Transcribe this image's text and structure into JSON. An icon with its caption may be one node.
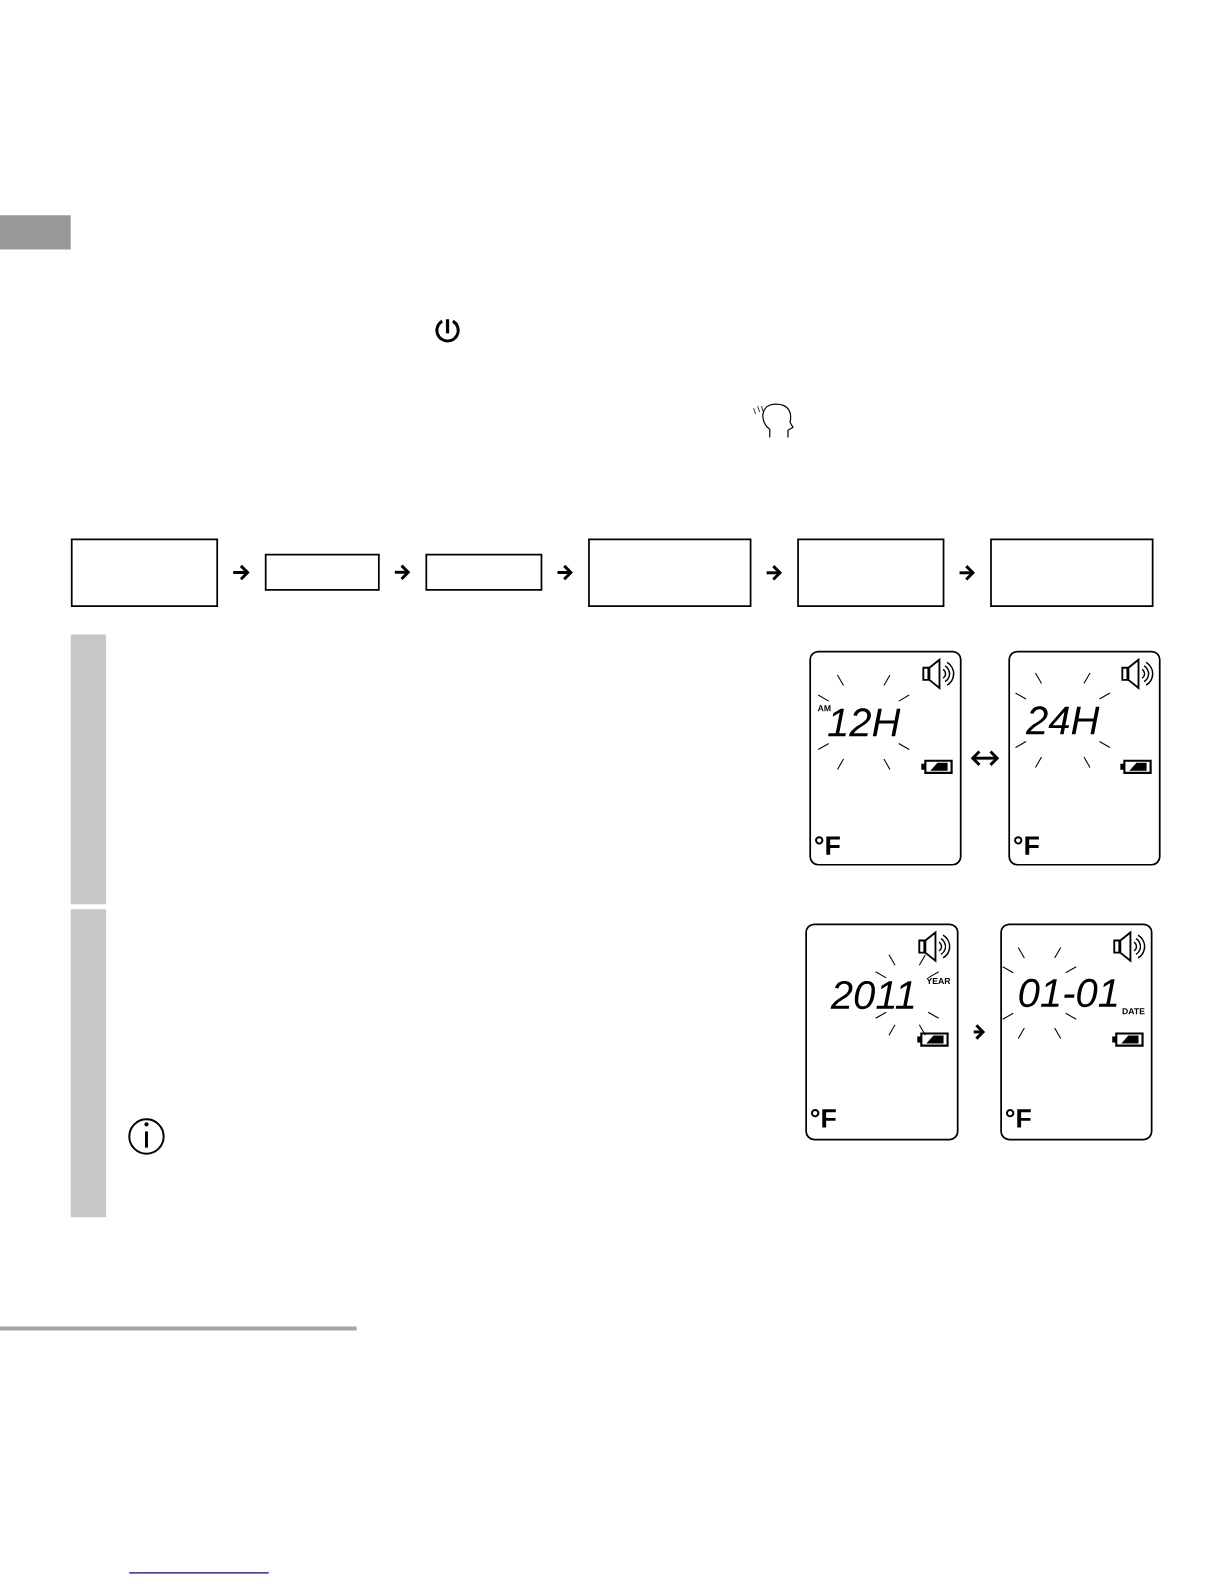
{
  "diagram": {
    "nodes": [
      {
        "text": [],
        "shape": "box"
      },
      {
        "text": [],
        "shape": "box"
      },
      {
        "text": [],
        "shape": "box"
      },
      {
        "text": [],
        "shape": "box"
      },
      {
        "text": [],
        "shape": "box"
      },
      {
        "text": [],
        "shape": "box"
      },
      {
        "text": [
          "AM",
          "12H",
          "°F"
        ]
      },
      {
        "text": [
          "24H",
          "°F"
        ]
      },
      {
        "text": [
          "2011",
          "YEAR",
          "°F"
        ]
      },
      {
        "text": [
          "01-01",
          "DATE",
          "°F"
        ]
      },
      {
        "text": [],
        "shape": "bar"
      },
      {
        "text": [],
        "shape": "bar"
      }
    ],
    "edges": [
      {
        "from": 0,
        "to": 1,
        "arrow": "to"
      },
      {
        "from": 1,
        "to": 2,
        "arrow": "to"
      },
      {
        "from": 2,
        "to": 3,
        "arrow": "to"
      },
      {
        "from": 3,
        "to": 4,
        "arrow": "to"
      },
      {
        "from": 4,
        "to": 5,
        "arrow": "to"
      },
      {
        "from": 6,
        "to": 7,
        "arrow": "both"
      },
      {
        "from": 8,
        "to": 9,
        "arrow": "to"
      }
    ]
  }
}
